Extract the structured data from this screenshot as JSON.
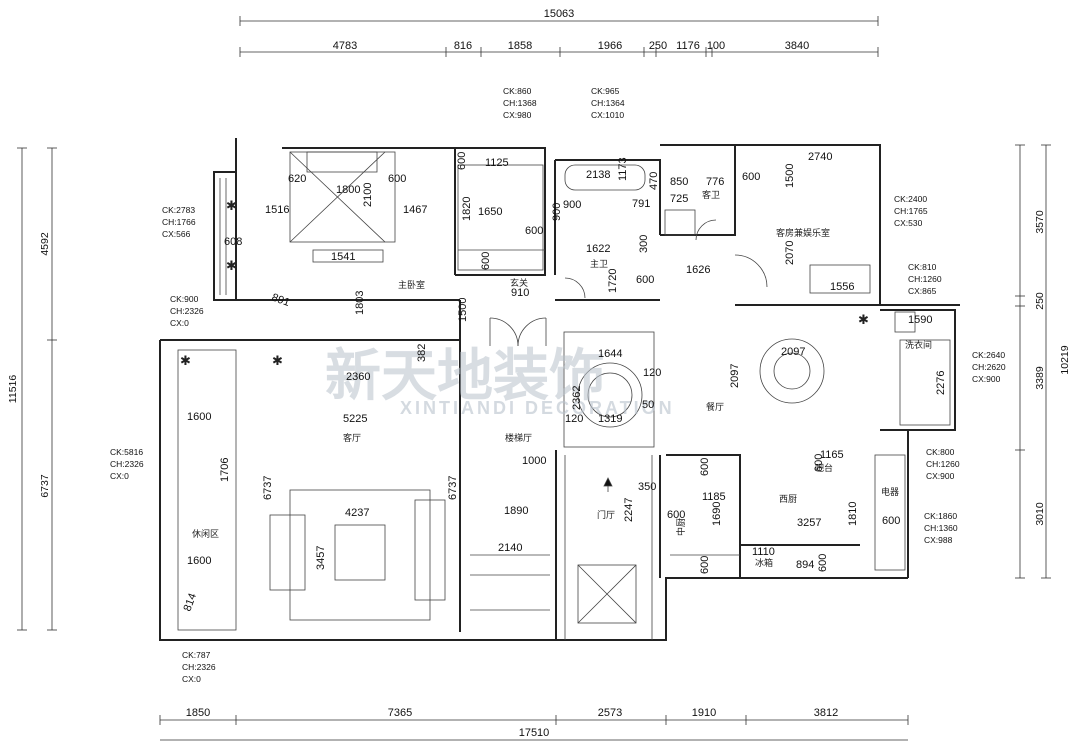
{
  "dimensions": {
    "top_total": "15063",
    "top_segments": [
      "4783",
      "816",
      "1858",
      "1966",
      "250",
      "1176",
      "100",
      "3840"
    ],
    "bottom_total": "17510",
    "bottom_segments": [
      "1850",
      "7365",
      "2573",
      "1910",
      "3812"
    ],
    "left_total": "11516",
    "left_segments": [
      "4592",
      "6737"
    ],
    "right_total": "10219",
    "right_segments": [
      "3570",
      "250",
      "3389",
      "3010"
    ]
  },
  "rooms": {
    "master_bedroom": "主卧室",
    "master_bath": "主卫",
    "guest_bath": "客卫",
    "guest_room": "客房兼娱乐室",
    "laundry": "洗衣间",
    "dining": "餐厅",
    "bar": "吧台",
    "western_kitchen": "西厨",
    "living": "客厅",
    "stair_hall": "楼梯厅",
    "entry_hall": "门厅",
    "lounge": "休闲区",
    "foyer": "玄关",
    "fridge": "冰箱",
    "chinese_kitchen": "中厨",
    "appliance": "电器"
  },
  "specs": {
    "s1": [
      "CK:860",
      "CH:1368",
      "CX:980"
    ],
    "s2": [
      "CK:965",
      "CH:1364",
      "CX:1010"
    ],
    "s3": [
      "CK:2783",
      "CH:1766",
      "CX:566"
    ],
    "s4": [
      "CK:900",
      "CH:2326",
      "CX:0"
    ],
    "s5": [
      "CK:5816",
      "CH:2326",
      "CX:0"
    ],
    "s6": [
      "CK:787",
      "CH:2326",
      "CX:0"
    ],
    "s7": [
      "CK:2400",
      "CH:1765",
      "CX:530"
    ],
    "s8": [
      "CK:810",
      "CH:1260",
      "CX:865"
    ],
    "s9": [
      "CK:2640",
      "CH:2620",
      "CX:900"
    ],
    "s10": [
      "CK:800",
      "CH:1260",
      "CX:900"
    ],
    "s11": [
      "CK:1860",
      "CH:1360",
      "CX:988"
    ]
  },
  "inner_dims": {
    "d620": "620",
    "d1800": "1800",
    "d600a": "600",
    "d2100": "2100",
    "d1516": "1516",
    "d1467": "1467",
    "d608": "608",
    "d1541": "1541",
    "d600b": "600",
    "d1125": "1125",
    "d1820": "1820",
    "d1650": "1650",
    "d900a": "900",
    "d600c": "600",
    "d600d": "600",
    "d900b": "900",
    "d2138": "2138",
    "d1173": "1173",
    "d470": "470",
    "d850": "850",
    "d776": "776",
    "d725": "725",
    "d791": "791",
    "d1622": "1622",
    "d300": "300",
    "d1720": "1720",
    "d600e": "600",
    "d1626": "1626",
    "d910": "910",
    "d1500a": "1500",
    "d1803": "1803",
    "d891": "891",
    "d2740": "2740",
    "d600f": "600",
    "d1500b": "1500",
    "d2070": "2070",
    "d1556": "1556",
    "d1590": "1590",
    "d2097a": "2097",
    "d2097b": "2097",
    "d2276": "2276",
    "d1644": "1644",
    "d120a": "120",
    "d120b": "120",
    "d50": "50",
    "d1319": "1319",
    "d2362": "2362",
    "d382": "382",
    "d2360": "2360",
    "d5225": "5225",
    "d1600a": "1600",
    "d1706": "1706",
    "d1600b": "1600",
    "d6737a": "6737",
    "d4237": "4237",
    "d6737b": "6737",
    "d3457": "3457",
    "d1000": "1000",
    "d1890": "1890",
    "d2140": "2140",
    "d2247": "2247",
    "d350": "350",
    "d600g": "600",
    "d1185": "1185",
    "d600h": "600",
    "d1690": "1690",
    "d1165": "1165",
    "d600i": "600",
    "d3257": "3257",
    "d1810": "1810",
    "d600j": "600",
    "d1110": "1110",
    "d894": "894",
    "d600k": "600",
    "d600l": "600",
    "d814": "814"
  },
  "watermark": {
    "cn": "新天地装饰",
    "en": "XINTIANDI DECORATION"
  }
}
